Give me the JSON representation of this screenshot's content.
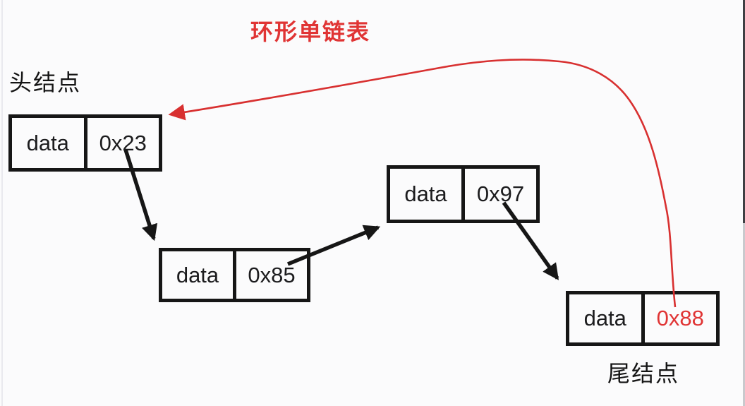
{
  "title": {
    "text": "环形单链表"
  },
  "labels": {
    "head": "头结点",
    "tail": "尾结点"
  },
  "nodes": [
    {
      "name": "head-node",
      "data_label": "data",
      "pointer": "0x23"
    },
    {
      "name": "node-2",
      "data_label": "data",
      "pointer": "0x85"
    },
    {
      "name": "node-3",
      "data_label": "data",
      "pointer": "0x97"
    },
    {
      "name": "tail-node",
      "data_label": "data",
      "pointer": "0x88"
    }
  ],
  "edges": [
    {
      "from": "head-node (0x23)",
      "to": "node-2",
      "color": "#161616",
      "style": "straight-arrow"
    },
    {
      "from": "node-2 (0x85)",
      "to": "node-3",
      "color": "#161616",
      "style": "straight-arrow"
    },
    {
      "from": "node-3 (0x97)",
      "to": "tail-node",
      "color": "#161616",
      "style": "straight-arrow"
    },
    {
      "from": "tail-node (0x88)",
      "to": "head-node",
      "color": "#d83030",
      "style": "curved-arrow"
    }
  ],
  "colors": {
    "accent_red": "#e03434",
    "curve_red": "#d83030",
    "node_border": "#161616",
    "text": "#1c1c1e",
    "background": "#fbfbfc"
  }
}
